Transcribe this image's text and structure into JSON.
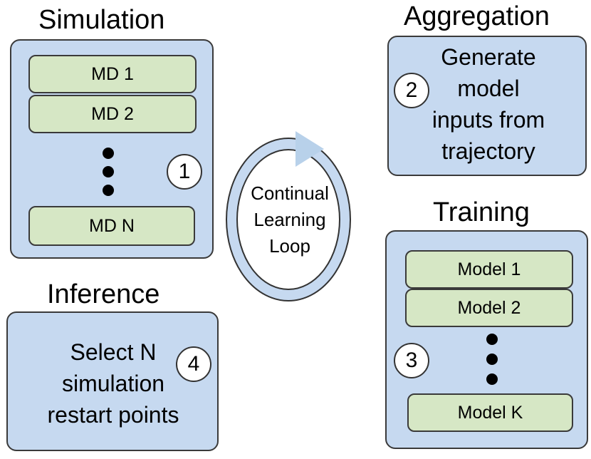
{
  "simulation": {
    "title": "Simulation",
    "items": [
      "MD 1",
      "MD 2",
      "MD N"
    ],
    "step": "1"
  },
  "aggregation": {
    "title": "Aggregation",
    "lines": [
      "Generate",
      "model",
      "inputs from",
      "trajectory"
    ],
    "step": "2"
  },
  "training": {
    "title": "Training",
    "items": [
      "Model 1",
      "Model 2",
      "Model K"
    ],
    "step": "3"
  },
  "inference": {
    "title": "Inference",
    "lines": [
      "Select N",
      "simulation",
      "restart points"
    ],
    "step": "4"
  },
  "loop": {
    "lines": [
      "Continual",
      "Learning",
      "Loop"
    ]
  },
  "colors": {
    "panel": "#c6d9f0",
    "item": "#d6e7c5",
    "loop_ring": "#c6d9f0",
    "arrow": "#b8d1ea"
  }
}
